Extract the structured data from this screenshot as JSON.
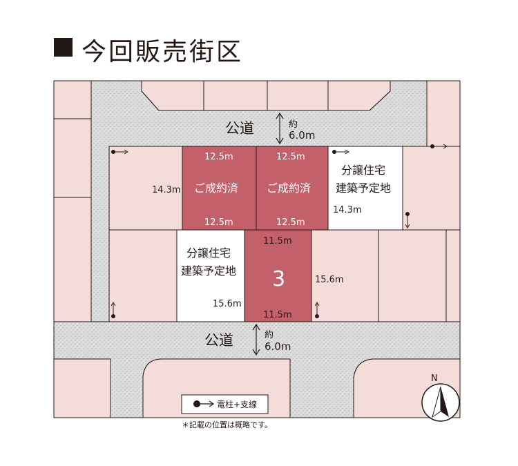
{
  "title": "今回販売街区",
  "roads": {
    "top": {
      "name": "公道",
      "width_prefix": "約",
      "width_value": "6.0m"
    },
    "bottom": {
      "name": "公道",
      "width_prefix": "約",
      "width_value": "6.0m"
    }
  },
  "lots": {
    "sold_a": {
      "status": "ご成約済",
      "top": "12.5m",
      "bottom": "12.5m",
      "side": "14.3m"
    },
    "sold_b": {
      "status": "ご成約済",
      "top": "12.5m",
      "bottom": "12.5m"
    },
    "planned_upper": {
      "line1": "分譲住宅",
      "line2": "建築予定地",
      "side": "14.3m"
    },
    "planned_lower": {
      "line1": "分譲住宅",
      "line2": "建築予定地",
      "side": "15.6m"
    },
    "for_sale": {
      "number": "3",
      "top": "11.5m",
      "bottom": "11.5m",
      "side": "15.6m"
    }
  },
  "legend": {
    "label": "電柱+支線",
    "note": "＊記載の位置は概略です。"
  },
  "compass": {
    "label": "N"
  },
  "colors": {
    "sold_lot": "#c4606a",
    "for_sale_lot": "#c4606a",
    "neighbor_lot": "#f4dcd8",
    "road": "#dcdcdc",
    "planned_lot": "#ffffff",
    "line": "#231815"
  }
}
